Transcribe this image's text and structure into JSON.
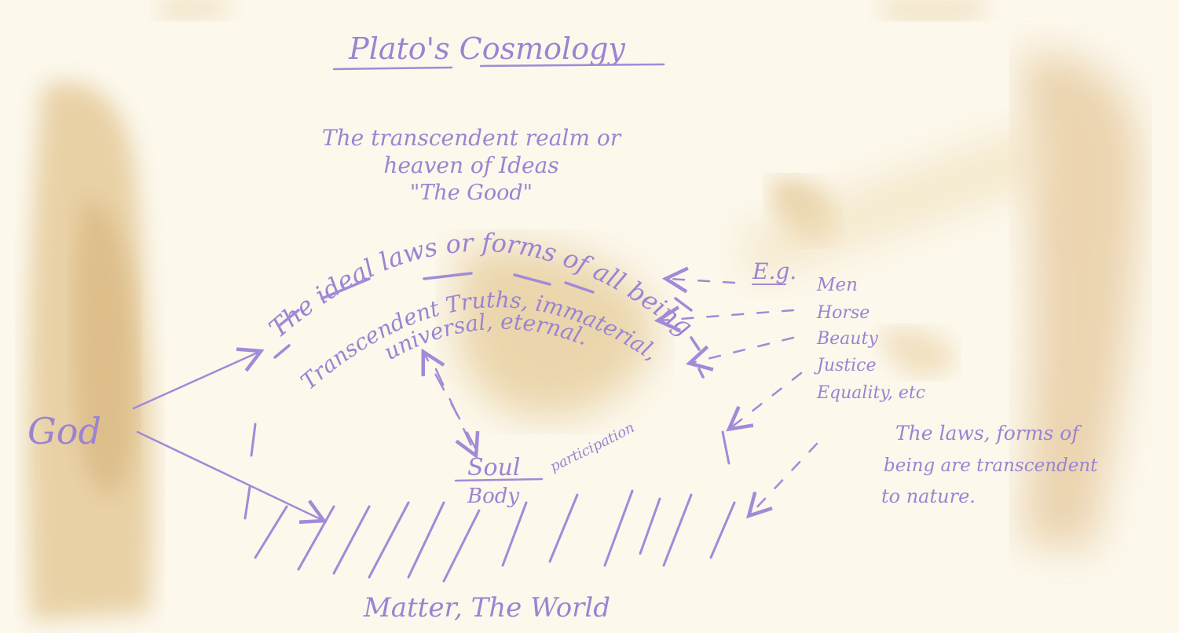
{
  "title": "Plato's Cosmology",
  "heaven": {
    "line1": "The transcendent realm or",
    "line2": "heaven of Ideas",
    "line3": "\"The Good\""
  },
  "arc_outer": "The ideal laws or forms of all being",
  "arc_middle": "Transcendent Truths, immaterial,",
  "arc_inner": "universal, eternal.",
  "god": "God",
  "soul": "Soul",
  "body": "Body",
  "participation": "participation",
  "matter": "Matter, The World",
  "examples": {
    "label": "E.g.",
    "items": [
      "Men",
      "Horse",
      "Beauty",
      "Justice",
      "Equality, etc"
    ]
  },
  "note": {
    "line1": "The laws, forms of",
    "line2": "being are transcendent",
    "line3": "to nature."
  },
  "colors": {
    "ink": "#9a84d2",
    "stain": "#e3c48c",
    "paper": "#fcf8ec"
  }
}
